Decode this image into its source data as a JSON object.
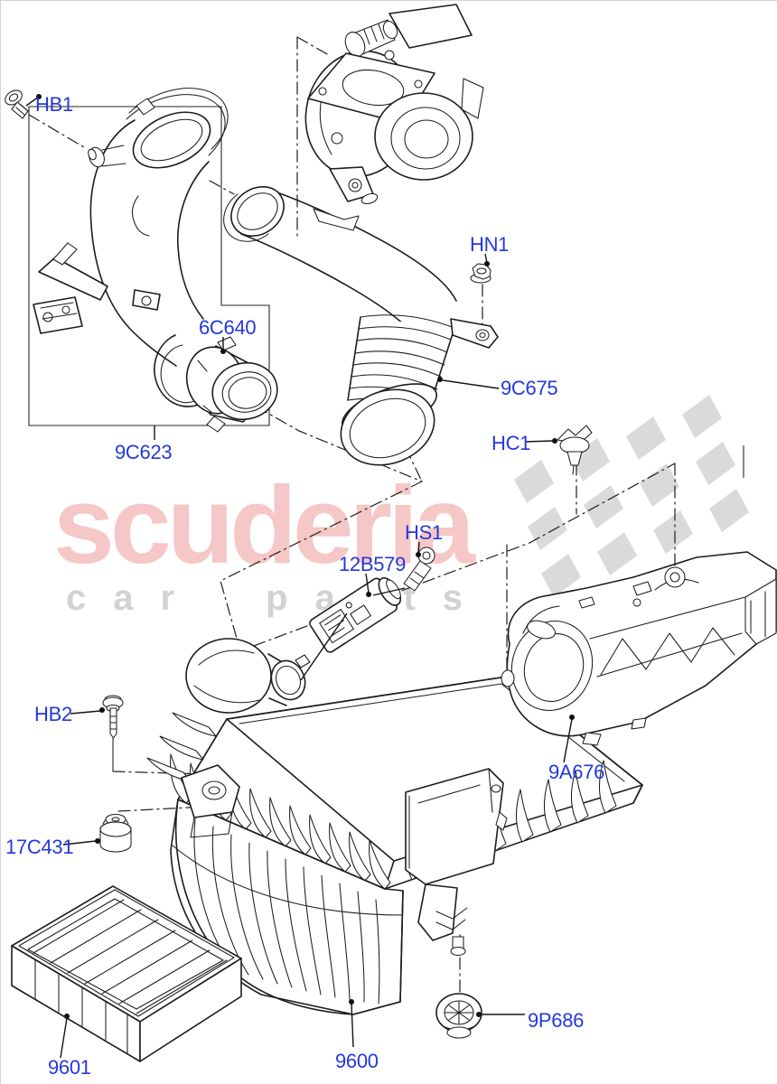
{
  "watermark": {
    "brand": "scuderia",
    "tagline": "car parts"
  },
  "colors": {
    "label_blue": "#2438dc",
    "line_art": "#1d1d1d",
    "watermark_pink": "#f6c7c7",
    "watermark_gray": "#d2d2d2",
    "flag_gray": "#dadada",
    "background": "#ffffff"
  },
  "part_labels": [
    {
      "id": "hb1",
      "code": "HB1"
    },
    {
      "id": "6c640",
      "code": "6C640"
    },
    {
      "id": "9c623",
      "code": "9C623"
    },
    {
      "id": "hn1",
      "code": "HN1"
    },
    {
      "id": "9c675",
      "code": "9C675"
    },
    {
      "id": "hc1",
      "code": "HC1"
    },
    {
      "id": "hs1",
      "code": "HS1"
    },
    {
      "id": "12b579",
      "code": "12B579"
    },
    {
      "id": "hb2",
      "code": "HB2"
    },
    {
      "id": "17c431",
      "code": "17C431"
    },
    {
      "id": "9601",
      "code": "9601"
    },
    {
      "id": "9600",
      "code": "9600"
    },
    {
      "id": "9a676",
      "code": "9A676"
    },
    {
      "id": "9p686",
      "code": "9P686"
    }
  ]
}
